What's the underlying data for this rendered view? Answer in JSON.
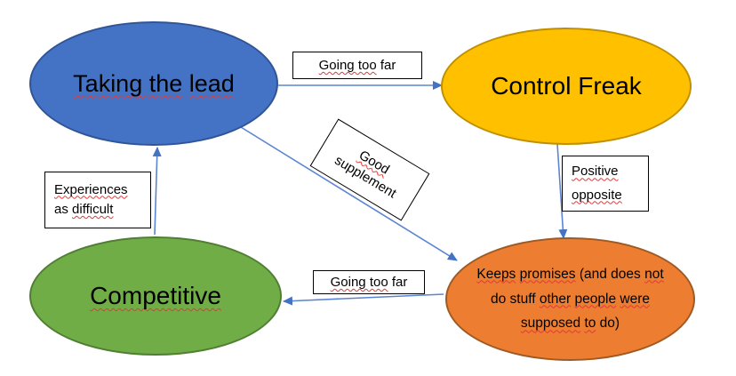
{
  "colors": {
    "canvas_background": "#ffffff",
    "arrow": "#5b85d3",
    "arrowhead": "#4472c4",
    "squiggle": "#e03a3a",
    "label_border": "#000000",
    "label_background": "#ffffff",
    "node_taking_lead_fill": "#4472c4",
    "node_taking_lead_border": "#2f5597",
    "node_control_freak_fill": "#ffc000",
    "node_control_freak_border": "#bf9000",
    "node_competitive_fill": "#70ad47",
    "node_competitive_border": "#507e32",
    "node_keeps_promises_fill": "#ed7d31",
    "node_keeps_promises_border": "#9e5a24"
  },
  "nodes": {
    "taking_lead": {
      "text": "Taking the lead",
      "lines": [
        [
          {
            "t": "Taking the",
            "w": true
          },
          {
            "t": " ",
            "w": false
          },
          {
            "t": "lead",
            "w": true
          }
        ]
      ]
    },
    "control_freak": {
      "text": "Control Freak",
      "lines": [
        [
          {
            "t": "Control Freak",
            "w": false
          }
        ]
      ]
    },
    "competitive": {
      "text": "Competitive",
      "lines": [
        [
          {
            "t": "Competitive",
            "w": true
          }
        ]
      ]
    },
    "keeps_promises": {
      "text": "Keeps promises (and does not do stuff other people were supposed to do)",
      "lines": [
        [
          {
            "t": "Keeps",
            "w": true
          },
          {
            "t": " ",
            "w": false
          },
          {
            "t": "promises",
            "w": true
          },
          {
            "t": " (and does ",
            "w": false
          },
          {
            "t": "not",
            "w": true
          }
        ],
        [
          {
            "t": "do stuff ",
            "w": false
          },
          {
            "t": "other",
            "w": true
          },
          {
            "t": " ",
            "w": false
          },
          {
            "t": "people",
            "w": true
          },
          {
            "t": " ",
            "w": false
          },
          {
            "t": "were",
            "w": true
          }
        ],
        [
          {
            "t": "supposed",
            "w": true
          },
          {
            "t": " ",
            "w": false
          },
          {
            "t": "to",
            "w": true
          },
          {
            "t": " do)",
            "w": false
          }
        ]
      ]
    }
  },
  "labels": {
    "going_too_far_top": {
      "text": "Going too far",
      "lines": [
        [
          {
            "t": "Going too",
            "w": true
          },
          {
            "t": " far",
            "w": false
          }
        ]
      ]
    },
    "good_supplement": {
      "text": "Good supplement",
      "lines": [
        [
          {
            "t": "Good",
            "w": true
          }
        ],
        [
          {
            "t": "supplement",
            "w": false
          }
        ]
      ]
    },
    "positive_opposite": {
      "text": "Positive opposite",
      "lines": [
        [
          {
            "t": "Positive",
            "w": true
          }
        ],
        [
          {
            "t": "opposite",
            "w": true
          }
        ]
      ]
    },
    "going_too_far_bottom": {
      "text": "Going too far",
      "lines": [
        [
          {
            "t": "Going too",
            "w": true
          },
          {
            "t": " far",
            "w": false
          }
        ]
      ]
    },
    "experiences_as_difficult": {
      "text": "Experiences as difficult",
      "lines": [
        [
          {
            "t": "Experiences",
            "w": true
          }
        ],
        [
          {
            "t": "as ",
            "w": false
          },
          {
            "t": "difficult",
            "w": true
          }
        ]
      ]
    }
  },
  "arrows": [
    {
      "from": "Taking the lead",
      "to": "Control Freak",
      "label": "Going too far"
    },
    {
      "from": "Taking the lead",
      "to": "Keeps promises (and does not do stuff other people were supposed to do)",
      "label": "Good supplement"
    },
    {
      "from": "Control Freak",
      "to": "Keeps promises (and does not do stuff other people were supposed to do)",
      "label": "Positive opposite"
    },
    {
      "from": "Keeps promises (and does not do stuff other people were supposed to do)",
      "to": "Competitive",
      "label": "Going too far"
    },
    {
      "from": "Competitive",
      "to": "Taking the lead",
      "label": "Experiences as difficult"
    }
  ]
}
